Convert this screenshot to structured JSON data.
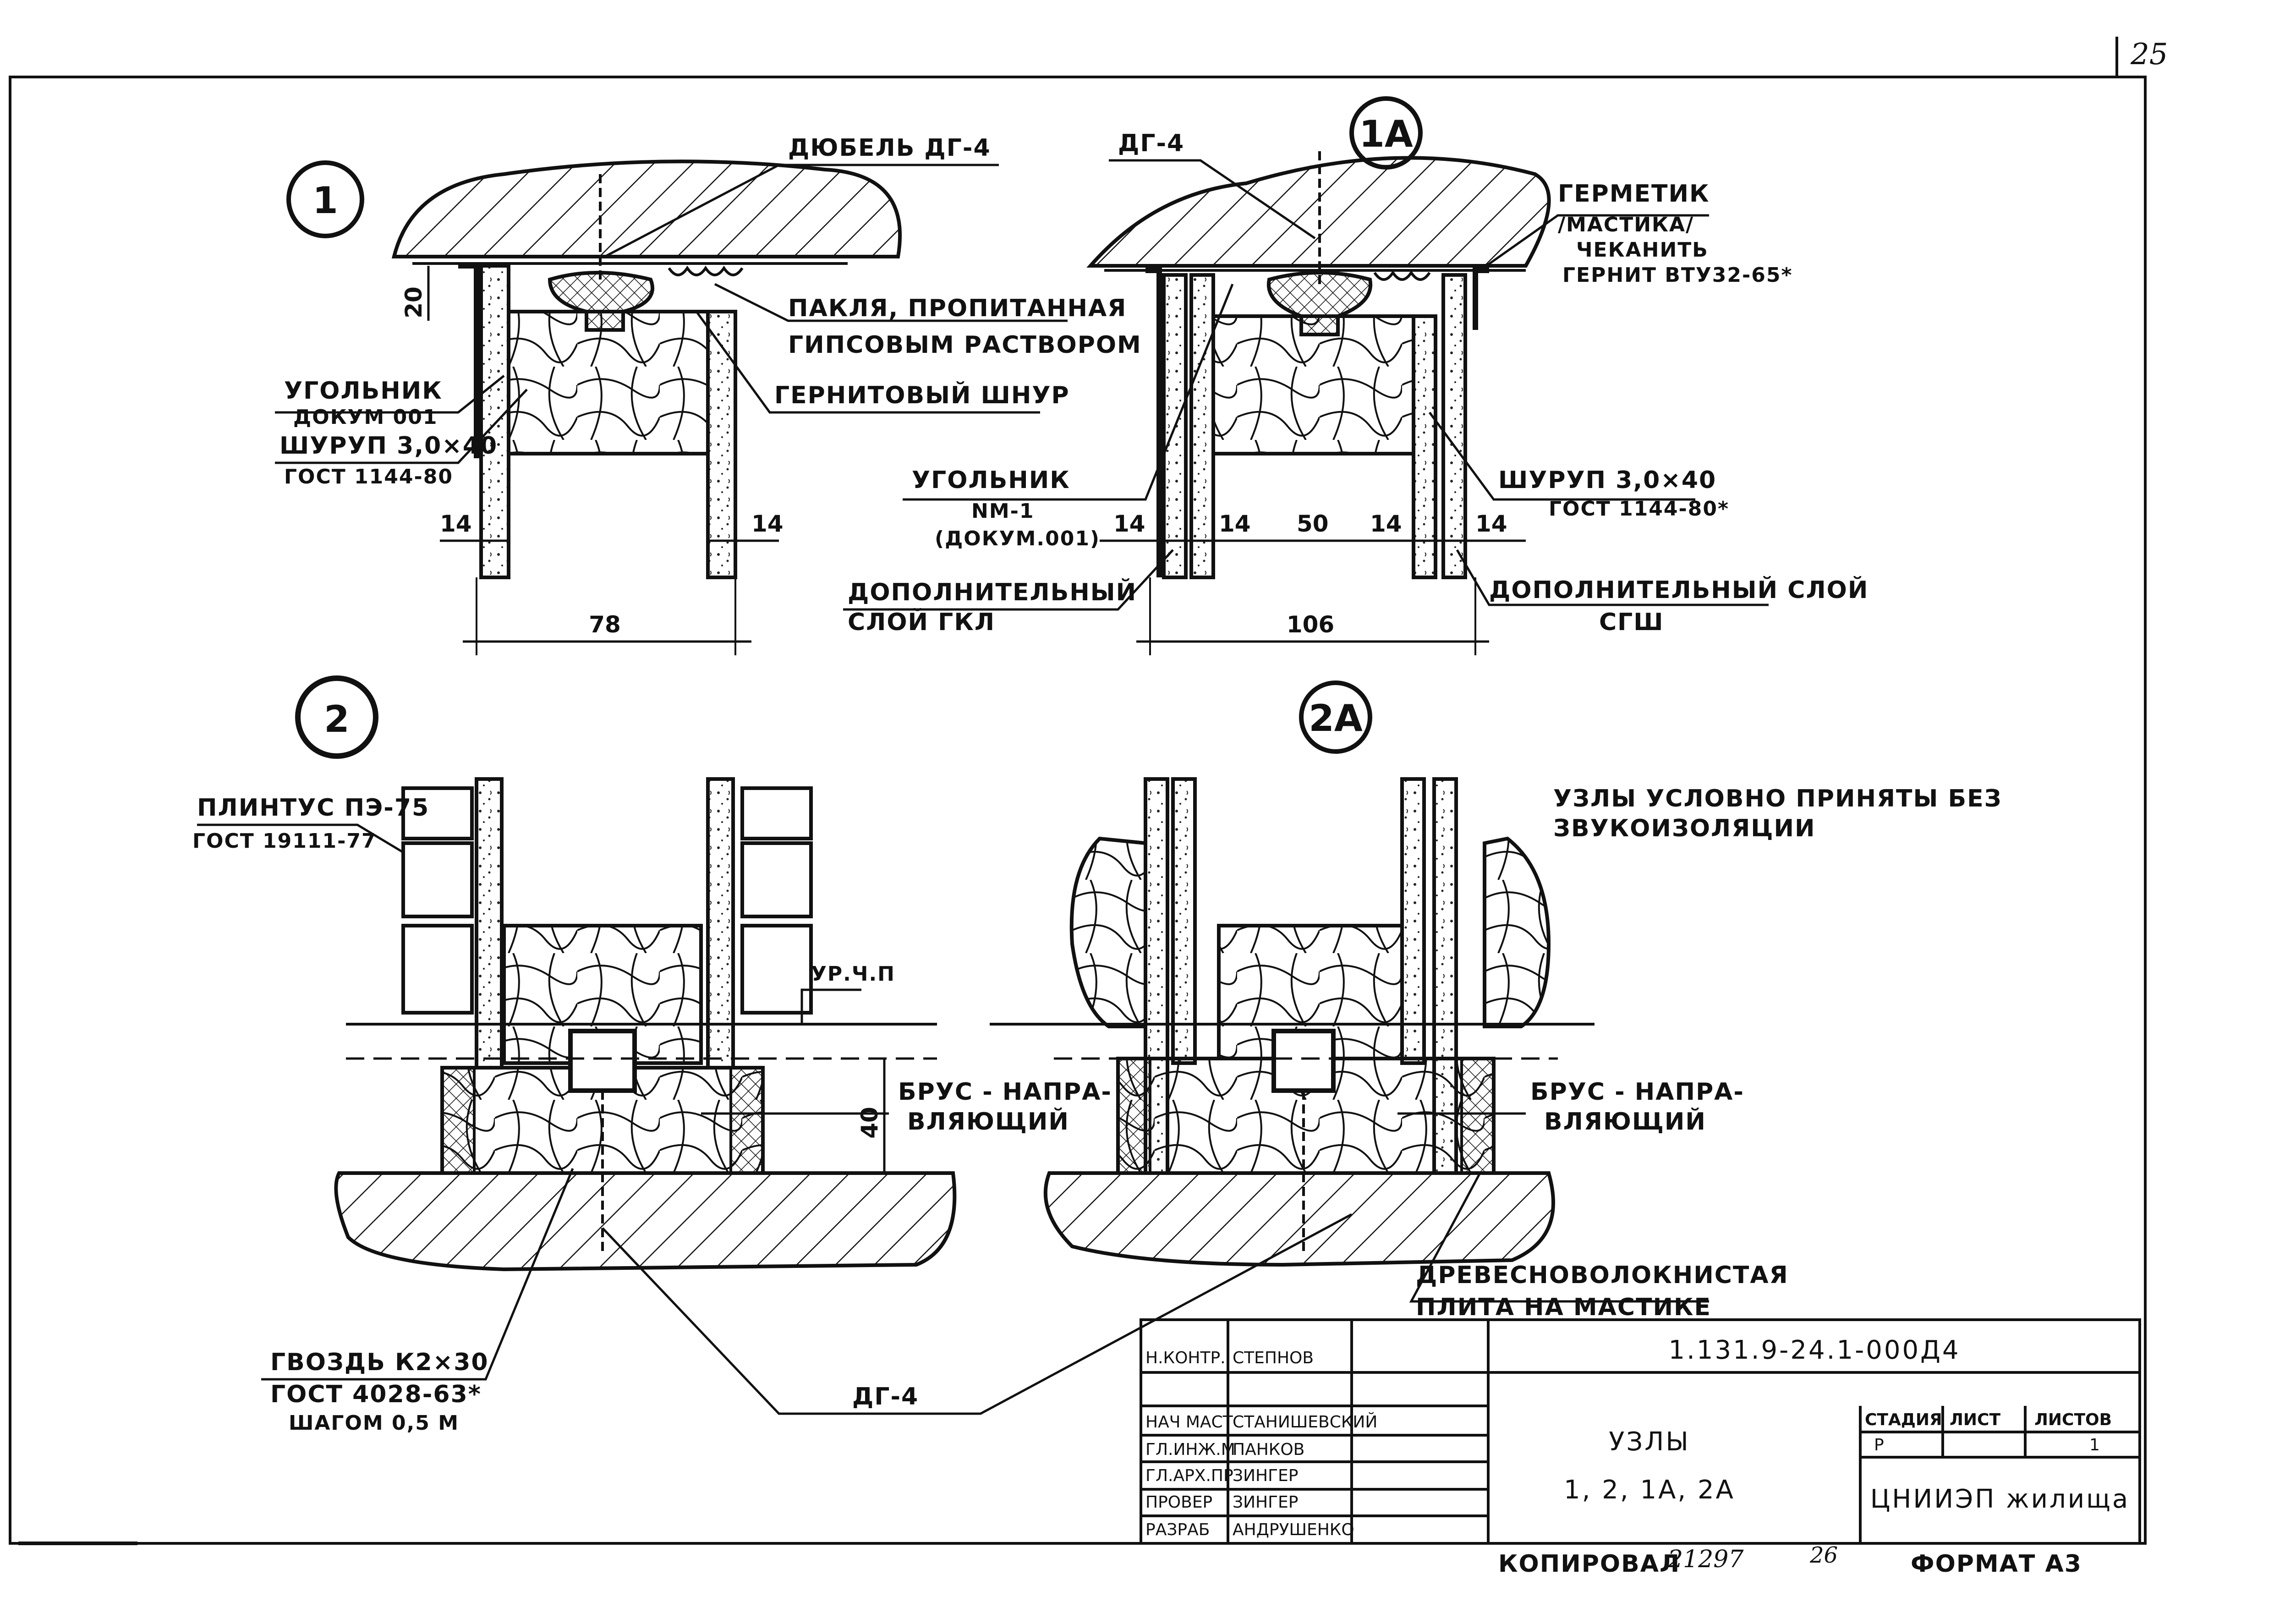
{
  "sheet": {
    "page_number": "25",
    "copied_by_label": "КОПИРОВАЛ",
    "copied_number": "21297",
    "copied_extra": "26",
    "format_label": "ФОРМАТ А3"
  },
  "nodes": {
    "n1": {
      "id": "1",
      "dowel": "ДЮБЕЛЬ ДГ-4",
      "dim_20": "20",
      "packing": [
        "ПАКЛЯ, ПРОПИТАННАЯ",
        "ГИПСОВЫМ РАСТВОРОМ"
      ],
      "cord": "ГЕРНИТОВЫЙ ШНУР",
      "angle": [
        "УГОЛЬНИК",
        "ДОКУМ 001"
      ],
      "screw": [
        "ШУРУП 3,0×40",
        "ГОСТ 1144-80"
      ],
      "dim_14_left": "14",
      "dim_14_right": "14",
      "dim_total": "78"
    },
    "n1a": {
      "id": "1А",
      "dg4": "ДГ-4",
      "sealant": [
        "ГЕРМЕТИК",
        "/МАСТИКА/",
        "ЧЕКАНИТЬ",
        "ГЕРНИТ ВТУ32-65*"
      ],
      "angle": [
        "УГОЛЬНИК",
        "NМ-1",
        "(ДОКУМ.001)"
      ],
      "screw": [
        "ШУРУП 3,0×40",
        "ГОСТ 1144-80*"
      ],
      "extra_gkl": [
        "ДОПОЛНИТЕЛЬНЫЙ",
        "СЛОЙ ГКЛ"
      ],
      "extra_sgsh": [
        "ДОПОЛНИТЕЛЬНЫЙ СЛОЙ",
        "СГШ"
      ],
      "dims": [
        "14",
        "14",
        "50",
        "14",
        "14"
      ],
      "dim_total": "106"
    },
    "n2": {
      "id": "2",
      "skirting": [
        "ПЛИНТУС ПЭ-75",
        "ГОСТ 19111-77"
      ],
      "floor_level": "УР.Ч.П",
      "beam": [
        "БРУС - НАПРА-",
        "ВЛЯЮЩИЙ"
      ],
      "dim_40": "40",
      "nail": [
        "ГВОЗДЬ К2×30",
        "ГОСТ 4028-63*",
        "ШАГОМ 0,5 М"
      ],
      "dg4": "ДГ-4"
    },
    "n2a": {
      "id": "2А",
      "beam": [
        "БРУС - НАПРА-",
        "ВЛЯЮЩИЙ"
      ],
      "fibreboard": [
        "ДРЕВЕСНОВОЛОКНИСТАЯ",
        "ПЛИТА НА МАСТИКЕ"
      ]
    }
  },
  "note": [
    "УЗЛЫ УСЛОВНО ПРИНЯТЫ БЕЗ",
    "ЗВУКОИЗОЛЯЦИИ"
  ],
  "title_block": {
    "doc_code": "1.131.9-24.1-000Д4",
    "rows": [
      {
        "role": "Н.КОНТР.",
        "name": "СТЕПНОВ"
      },
      {
        "role": "",
        "name": ""
      },
      {
        "role": "НАЧ МАСТ",
        "name": "СТАНИШЕВСКИЙ"
      },
      {
        "role": "ГЛ.ИНЖ.М",
        "name": "ПАНКОВ"
      },
      {
        "role": "ГЛ.АРХ.ПР",
        "name": "ЗИНГЕР"
      },
      {
        "role": "ПРОВЕР",
        "name": "ЗИНГЕР"
      },
      {
        "role": "РАЗРАБ",
        "name": "АНДРУШЕНКО"
      }
    ],
    "title": [
      "УЗЛЫ",
      "1, 2, 1А, 2А"
    ],
    "stage_header": "СТАДИЯ",
    "sheet_header": "ЛИСТ",
    "sheets_header": "ЛИСТОВ",
    "stage": "Р",
    "sheet": "",
    "sheets": "1",
    "organization": "ЦНИИЭП жилища"
  }
}
